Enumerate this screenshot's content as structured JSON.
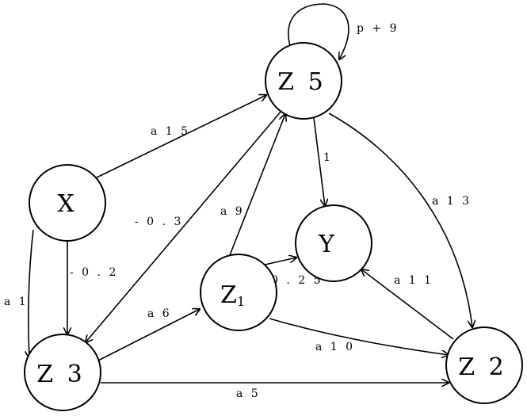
{
  "diagram": {
    "nodes": [
      {
        "id": "X",
        "label": "X"
      },
      {
        "id": "Z5",
        "label": "Z 5"
      },
      {
        "id": "Y",
        "label": "Y"
      },
      {
        "id": "Z1",
        "label": "Z",
        "sub": "1"
      },
      {
        "id": "Z3",
        "label": "Z 3"
      },
      {
        "id": "Z2",
        "label": "Z 2"
      }
    ],
    "edges": [
      {
        "from": "Z5",
        "to": "Z5",
        "label": "p + 9"
      },
      {
        "from": "X",
        "to": "Z5",
        "label": "a 1 5"
      },
      {
        "from": "Z5",
        "to": "Y",
        "label": "1"
      },
      {
        "from": "Z5",
        "to": "Z2",
        "label": "a 1 3"
      },
      {
        "from": "Z5",
        "to": "Z3",
        "label": "- 0 . 3"
      },
      {
        "from": "X",
        "to": "Z3",
        "label": "- 0 . 2"
      },
      {
        "from": "X",
        "to": "Z3",
        "label": "a 1"
      },
      {
        "from": "Z1",
        "to": "Z5",
        "label": "a 9"
      },
      {
        "from": "Z1",
        "to": "Y",
        "label": "0 . 2 5"
      },
      {
        "from": "Z2",
        "to": "Y",
        "label": "a 1 1"
      },
      {
        "from": "Z3",
        "to": "Z1",
        "label": "a 6"
      },
      {
        "from": "Z1",
        "to": "Z2",
        "label": "a 1 0"
      },
      {
        "from": "Z3",
        "to": "Z2",
        "label": "a 5"
      }
    ]
  }
}
